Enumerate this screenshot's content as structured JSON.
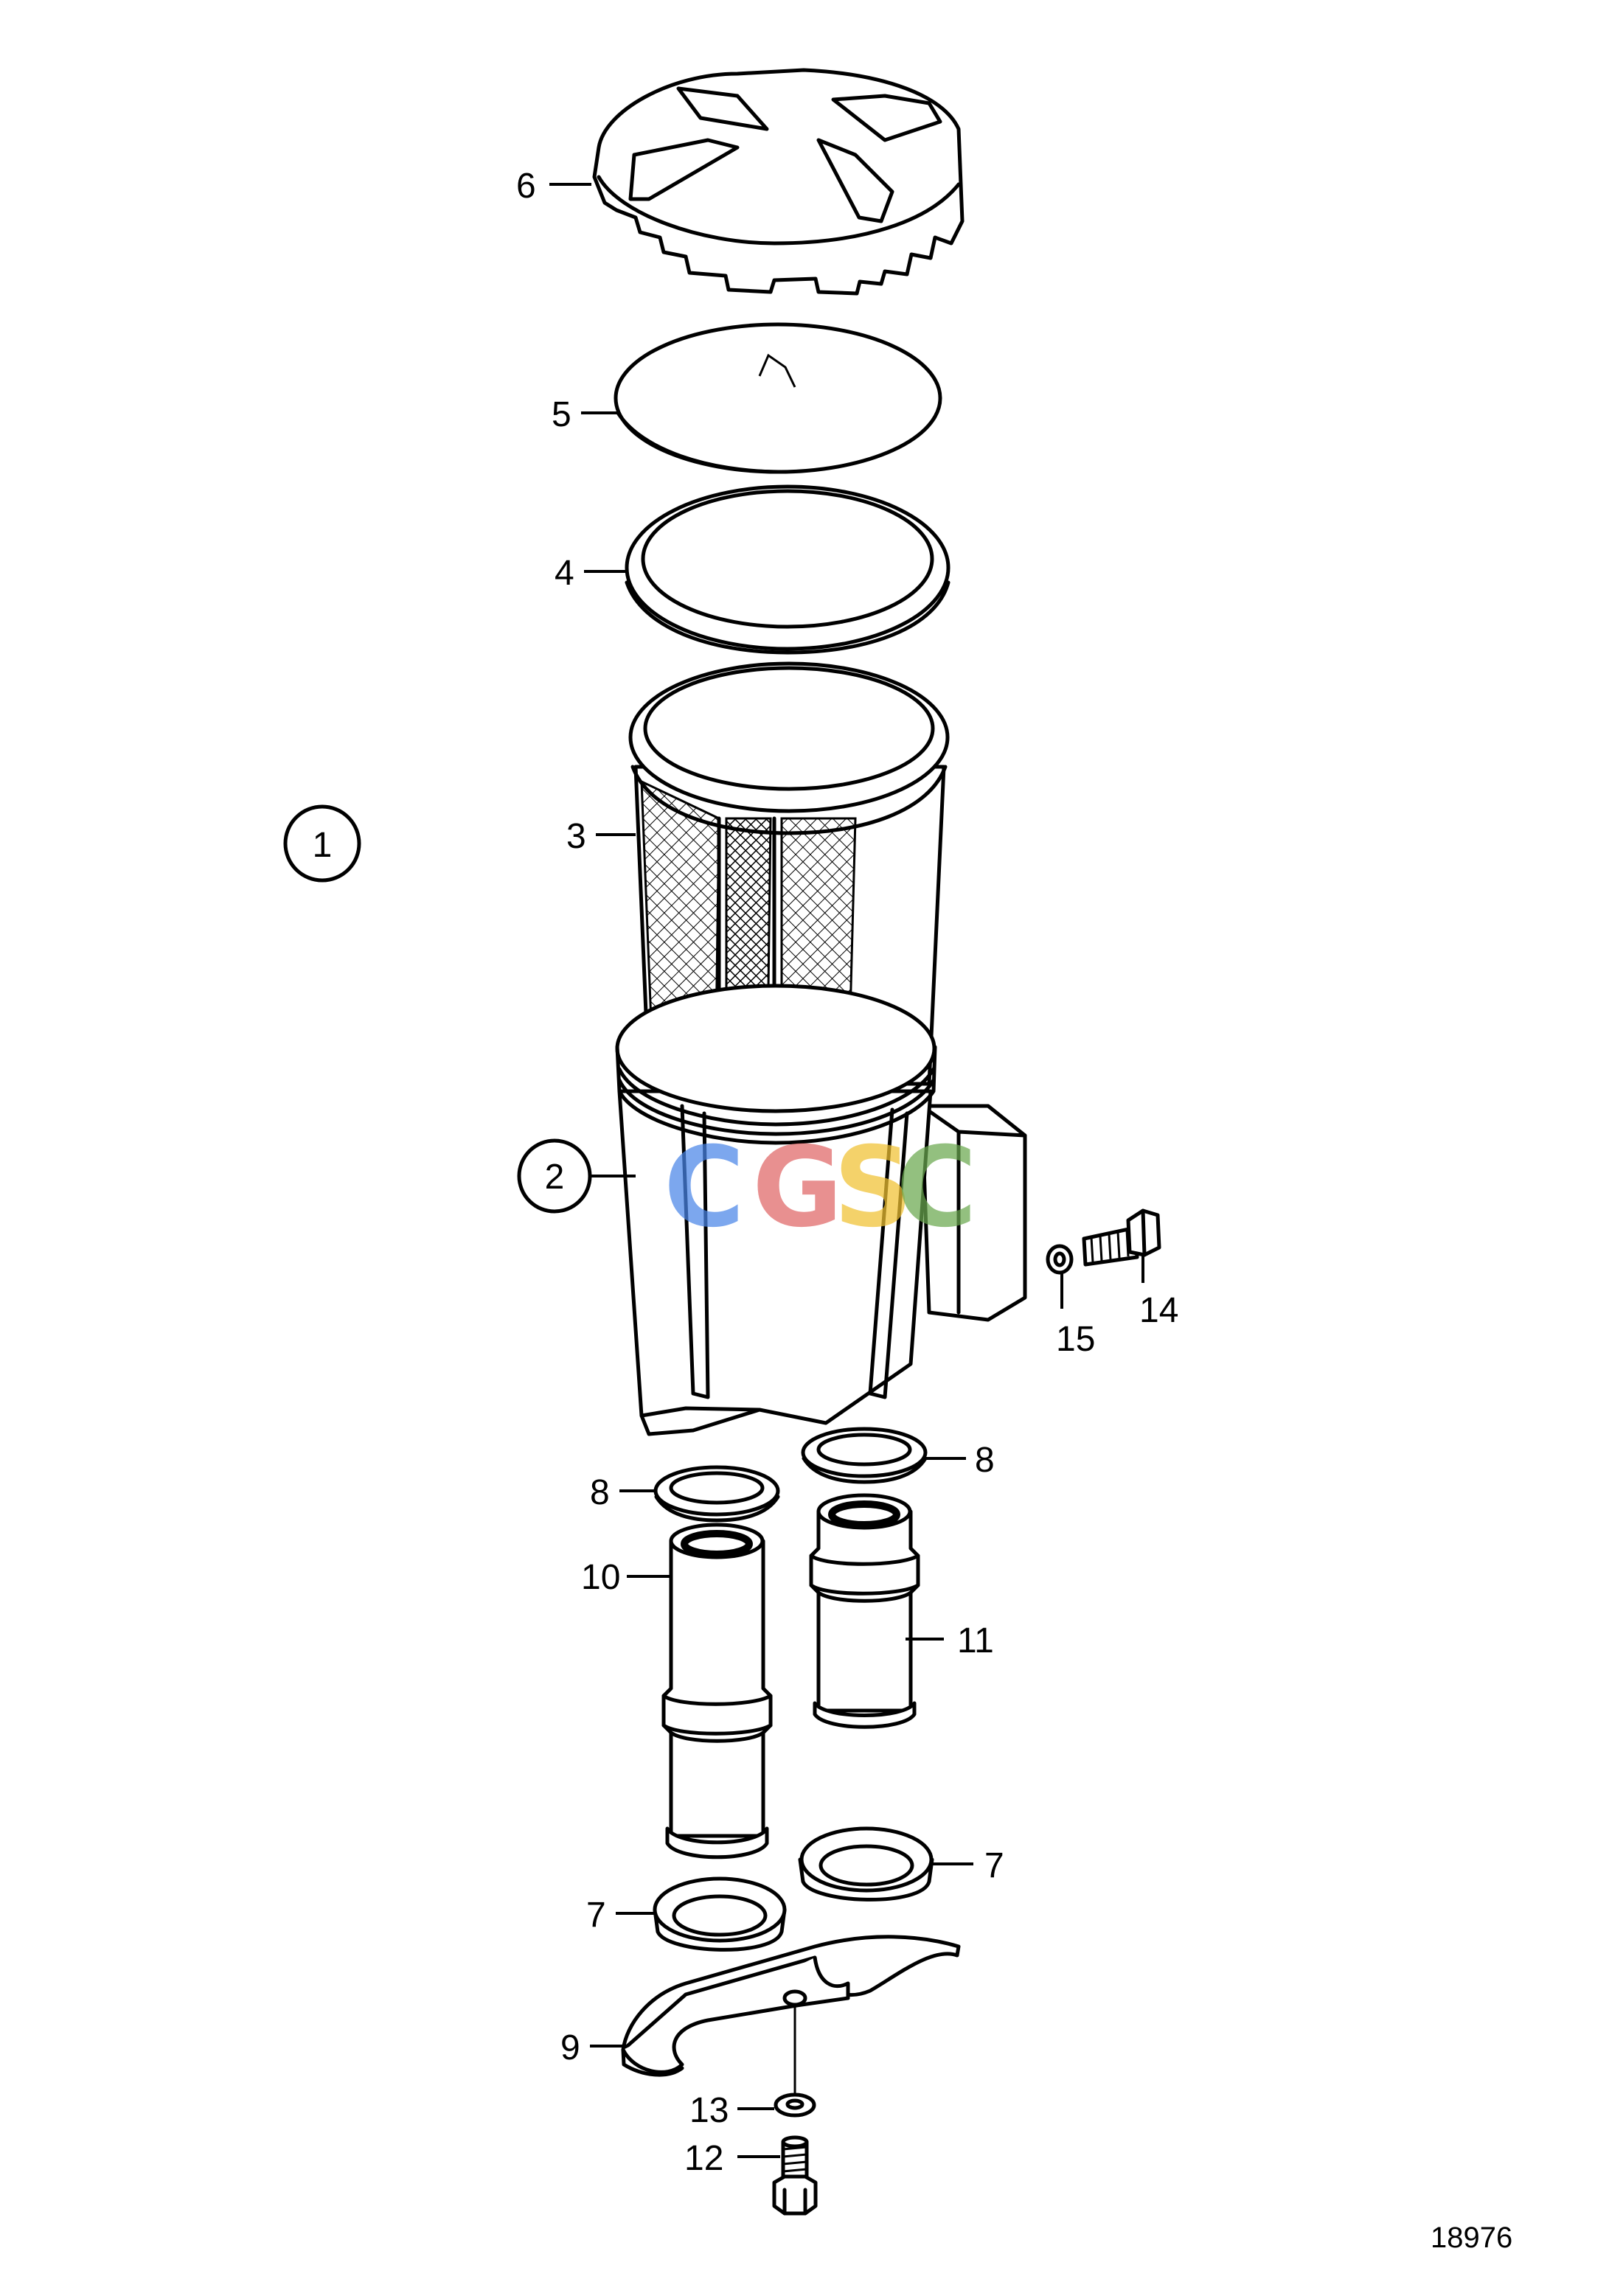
{
  "callouts": {
    "assembly": "1",
    "housing": "2",
    "strainer_basket": "3",
    "sealing_ring": "4",
    "cover_plate": "5",
    "lid": "6",
    "seal_left": "7",
    "seal_right": "7",
    "o_ring_left": "8",
    "o_ring_right": "8",
    "bracket": "9",
    "pipe_long": "10",
    "pipe_short": "11",
    "bolt_bottom": "12",
    "washer_bottom": "13",
    "bolt_side": "14",
    "washer_side": "15"
  },
  "figure_number": "18976",
  "watermark": {
    "letters": [
      "C",
      "G",
      "S",
      "C"
    ],
    "colors": [
      "#4a86e8",
      "#e06666",
      "#f1c232",
      "#6aa84f"
    ]
  },
  "colors": {
    "line": "#000000",
    "background": "#ffffff"
  }
}
